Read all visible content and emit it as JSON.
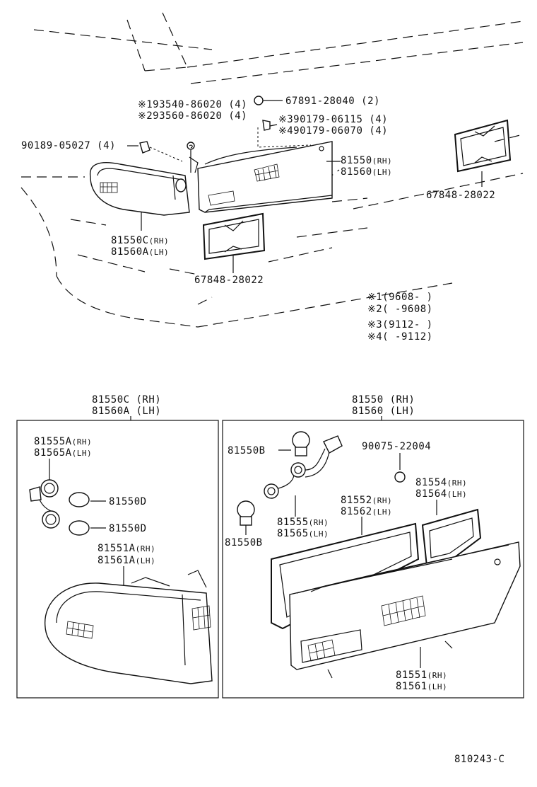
{
  "top": {
    "callouts": {
      "p1": {
        "code": "※1",
        "part": "93540-86020",
        "qty": "(4)"
      },
      "p2": {
        "code": "※2",
        "part": "93560-86020",
        "qty": "(4)"
      },
      "p3": {
        "part": "67891-28040",
        "qty": "(2)"
      },
      "p4": {
        "code": "※3",
        "part": "90179-06115",
        "qty": "(4)"
      },
      "p5": {
        "code": "※4",
        "part": "90179-06070",
        "qty": "(4)"
      },
      "p6": {
        "part": "90189-05027",
        "qty": "(4)"
      },
      "p7": {
        "part": "81550",
        "side": "(RH)"
      },
      "p8": {
        "part": "81560",
        "side": "(LH)"
      },
      "p9": {
        "part": "67848-28022"
      },
      "p10": {
        "part": "81550C",
        "side": "(RH)"
      },
      "p11": {
        "part": "81560A",
        "side": "(LH)"
      },
      "p12": {
        "part": "67848-28022"
      }
    },
    "notes": [
      {
        "mark": "※1",
        "range": "(9608-       )"
      },
      {
        "mark": "※2",
        "range": "(      -9608)"
      },
      {
        "mark": "※3",
        "range": "(9112-       )"
      },
      {
        "mark": "※4",
        "range": "(      -9112)"
      }
    ]
  },
  "left_box": {
    "header": {
      "rh": "81550C (RH)",
      "lh": "81560A (LH)"
    },
    "socket": {
      "rh": "81555A",
      "rh_side": "(RH)",
      "lh": "81565A",
      "lh_side": "(LH)"
    },
    "bulb1": "81550D",
    "bulb2": "81550D",
    "lens": {
      "rh": "81551A",
      "rh_side": "(RH)",
      "lh": "81561A",
      "lh_side": "(LH)"
    }
  },
  "right_box": {
    "header": {
      "rh": "81550 (RH)",
      "lh": "81560 (LH)"
    },
    "bulb_top": "81550B",
    "screw": "90075-22004",
    "socket": {
      "rh": "81555",
      "rh_side": "(RH)",
      "lh": "81565",
      "lh_side": "(LH)"
    },
    "bulb_bottom": "81550B",
    "gasket": {
      "rh": "81552",
      "rh_side": "(RH)",
      "lh": "81562",
      "lh_side": "(LH)"
    },
    "cover": {
      "rh": "81554",
      "rh_side": "(RH)",
      "lh": "81564",
      "lh_side": "(LH)"
    },
    "lens": {
      "rh": "81551",
      "rh_side": "(RH)",
      "lh": "81561",
      "lh_side": "(LH)"
    }
  },
  "footer": {
    "code": "810243-C"
  }
}
